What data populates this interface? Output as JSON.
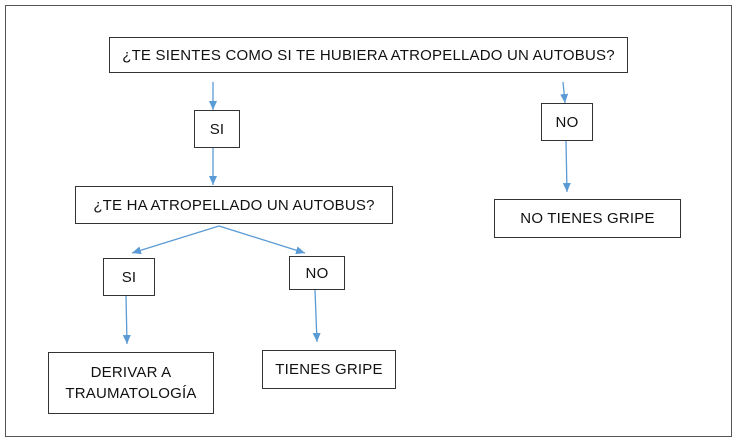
{
  "diagram": {
    "root_question": "¿TE SIENTES COMO SI TE HUBIERA ATROPELLADO UN AUTOBUS?",
    "branch_yes": "SI",
    "branch_no": "NO",
    "second_question": "¿TE HA ATROPELLADO UN AUTOBUS?",
    "second_yes": "SI",
    "second_no": "NO",
    "outcome_no_flu": "NO TIENES GRIPE",
    "outcome_trauma_line1": "DERIVAR A",
    "outcome_trauma_line2": "TRAUMATOLOGÍA",
    "outcome_flu": "TIENES GRIPE"
  },
  "colors": {
    "arrow": "#5b9bd5",
    "box_border": "#333333",
    "frame_border": "#555555",
    "text": "#111111"
  }
}
